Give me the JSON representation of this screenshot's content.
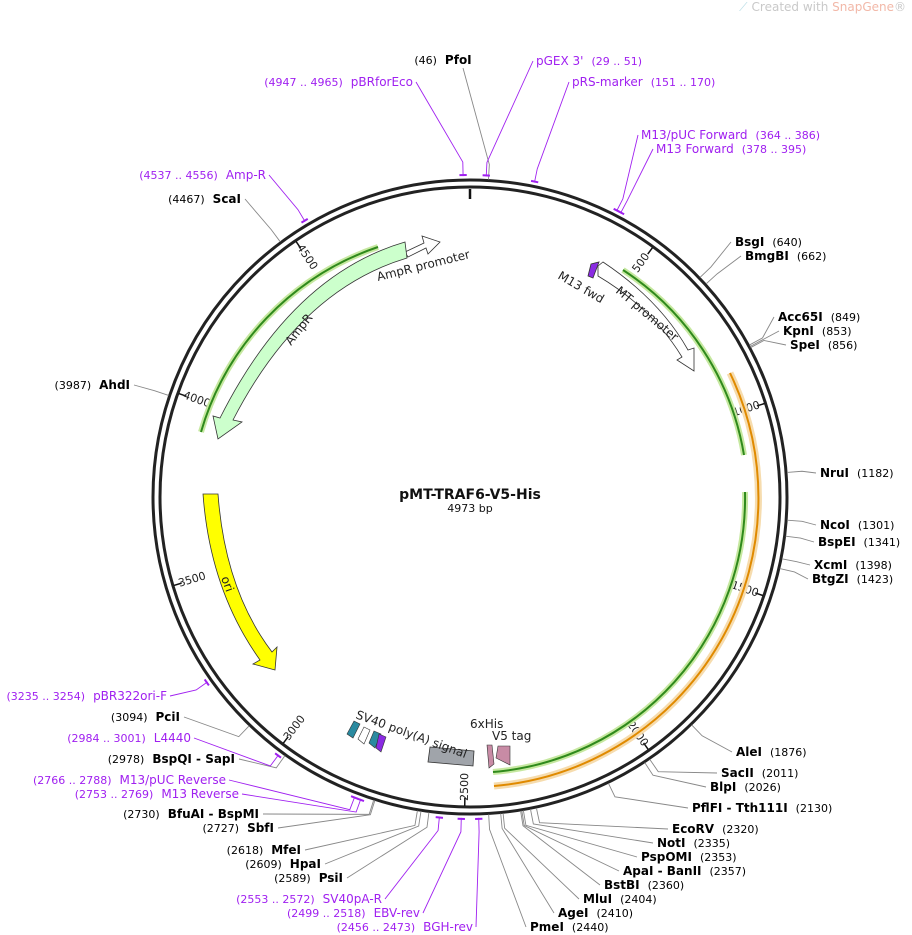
{
  "branding": {
    "prefix": "Created with ",
    "product": "SnapGene",
    "mark": "®"
  },
  "plasmid": {
    "name": "pMT-TRAF6-V5-His",
    "size_label": "4973 bp",
    "length": 4973
  },
  "ticks": [
    {
      "pos": 500,
      "label": "500"
    },
    {
      "pos": 1000,
      "label": "1000"
    },
    {
      "pos": 1500,
      "label": "1500"
    },
    {
      "pos": 2000,
      "label": "2000"
    },
    {
      "pos": 2500,
      "label": "2500"
    },
    {
      "pos": 3000,
      "label": "3000"
    },
    {
      "pos": 3500,
      "label": "3500"
    },
    {
      "pos": 4000,
      "label": "4000"
    },
    {
      "pos": 4500,
      "label": "4500"
    }
  ],
  "enzymes": [
    {
      "name": "PfoI",
      "pos": "(46)",
      "site": 46,
      "label_side": "left-pos"
    },
    {
      "name": "BsgI",
      "pos": "(640)",
      "site": 640
    },
    {
      "name": "BmgBI",
      "pos": "(662)",
      "site": 662
    },
    {
      "name": "Acc65I",
      "pos": "(849)",
      "site": 849
    },
    {
      "name": "KpnI",
      "pos": "(853)",
      "site": 853
    },
    {
      "name": "SpeI",
      "pos": "(856)",
      "site": 856
    },
    {
      "name": "NruI",
      "pos": "(1182)",
      "site": 1182
    },
    {
      "name": "NcoI",
      "pos": "(1301)",
      "site": 1301
    },
    {
      "name": "BspEI",
      "pos": "(1341)",
      "site": 1341
    },
    {
      "name": "XcmI",
      "pos": "(1398)",
      "site": 1398
    },
    {
      "name": "BtgZI",
      "pos": "(1423)",
      "site": 1423
    },
    {
      "name": "AleI",
      "pos": "(1876)",
      "site": 1876
    },
    {
      "name": "SacII",
      "pos": "(2011)",
      "site": 2011
    },
    {
      "name": "BlpI",
      "pos": "(2026)",
      "site": 2026
    },
    {
      "name": "PflFI - Tth111I",
      "pos": "(2130)",
      "site": 2130
    },
    {
      "name": "EcoRV",
      "pos": "(2320)",
      "site": 2320
    },
    {
      "name": "NotI",
      "pos": "(2335)",
      "site": 2335
    },
    {
      "name": "PspOMI",
      "pos": "(2353)",
      "site": 2353
    },
    {
      "name": "ApaI - BanII",
      "pos": "(2357)",
      "site": 2357
    },
    {
      "name": "BstBI",
      "pos": "(2360)",
      "site": 2360
    },
    {
      "name": "MluI",
      "pos": "(2404)",
      "site": 2404
    },
    {
      "name": "AgeI",
      "pos": "(2410)",
      "site": 2410
    },
    {
      "name": "PmeI",
      "pos": "(2440)",
      "site": 2440
    },
    {
      "name": "PsiI",
      "pos": "(2589)",
      "site": 2589
    },
    {
      "name": "HpaI",
      "pos": "(2609)",
      "site": 2609
    },
    {
      "name": "MfeI",
      "pos": "(2618)",
      "site": 2618
    },
    {
      "name": "SbfI",
      "pos": "(2727)",
      "site": 2727
    },
    {
      "name": "BfuAI - BspMI",
      "pos": "(2730)",
      "site": 2730
    },
    {
      "name": "BspQI - SapI",
      "pos": "(2978)",
      "site": 2978
    },
    {
      "name": "PciI",
      "pos": "(3094)",
      "site": 3094
    },
    {
      "name": "AhdI",
      "pos": "(3987)",
      "site": 3987
    },
    {
      "name": "ScaI",
      "pos": "(4467)",
      "site": 4467
    }
  ],
  "primers": [
    {
      "name": "pGEX 3'",
      "range": "(29 .. 51)",
      "mid": 40
    },
    {
      "name": "pRS-marker",
      "range": "(151 .. 170)",
      "mid": 160
    },
    {
      "name": "M13/pUC Forward",
      "range": "(364 .. 386)",
      "mid": 375
    },
    {
      "name": "M13 Forward",
      "range": "(378 .. 395)",
      "mid": 386
    },
    {
      "name": "BGH-rev",
      "range": "(2456 .. 2473)",
      "mid": 2465
    },
    {
      "name": "EBV-rev",
      "range": "(2499 .. 2518)",
      "mid": 2508
    },
    {
      "name": "SV40pA-R",
      "range": "(2553 .. 2572)",
      "mid": 2562
    },
    {
      "name": "M13 Reverse",
      "range": "(2753 .. 2769)",
      "mid": 2761
    },
    {
      "name": "M13/pUC Reverse",
      "range": "(2766 .. 2788)",
      "mid": 2777
    },
    {
      "name": "L4440",
      "range": "(2984 .. 3001)",
      "mid": 2992
    },
    {
      "name": "pBR322ori-F",
      "range": "(3235 .. 3254)",
      "mid": 3244
    },
    {
      "name": "Amp-R",
      "range": "(4537 .. 4556)",
      "mid": 4546
    },
    {
      "name": "pBRforEco",
      "range": "(4947 .. 4965)",
      "mid": 4956
    }
  ],
  "features": [
    {
      "name": "MT promoter",
      "color": "#ffffff"
    },
    {
      "name": "M13 fwd",
      "color": "#8a2be2"
    },
    {
      "name": "AmpR promoter",
      "color": "#ffffff"
    },
    {
      "name": "AmpR",
      "color": "#ccffcc"
    },
    {
      "name": "ori",
      "color": "#ffff00"
    },
    {
      "name": "SV40 poly(A) signal",
      "color": "#999999"
    },
    {
      "name": "6xHis",
      "color": "#c88ba5"
    },
    {
      "name": "V5 tag",
      "color": "#c88ba5"
    }
  ],
  "colors": {
    "enzyme_text": "#000000",
    "primer_text": "#a020f0",
    "orf_green": "#2f8a1c",
    "orf_glow": "#c6e8a0",
    "traf6_orange": "#e08a00",
    "traf6_glow": "#f6dcae"
  }
}
